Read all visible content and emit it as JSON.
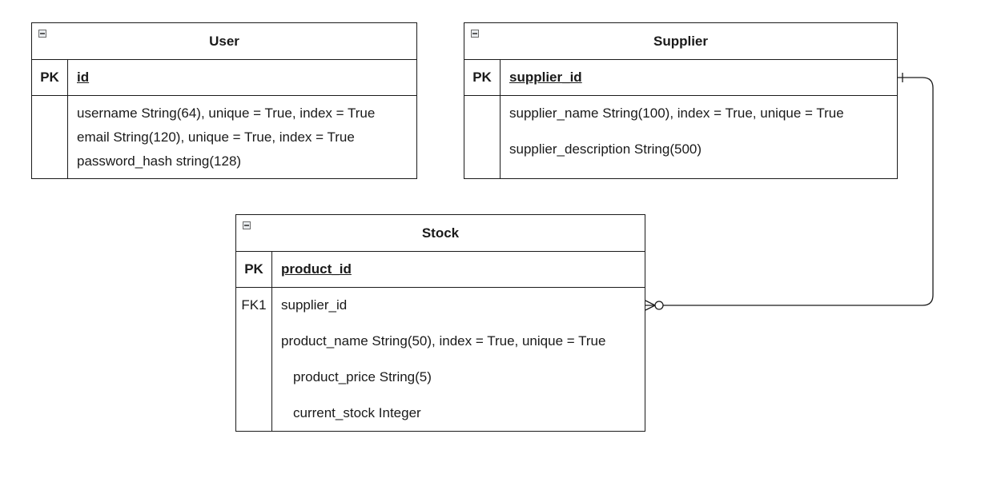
{
  "entities": {
    "user": {
      "title": "User",
      "pk_label": "PK",
      "pk_field": "id",
      "attributes": [
        "username String(64), unique = True, index = True",
        "email String(120), unique = True, index = True",
        "password_hash string(128)"
      ]
    },
    "supplier": {
      "title": "Supplier",
      "pk_label": "PK",
      "pk_field": "supplier_id",
      "attributes": [
        "supplier_name String(100), index = True, unique = True",
        "supplier_description String(500)"
      ]
    },
    "stock": {
      "title": "Stock",
      "pk_label": "PK",
      "pk_field": "product_id",
      "fk_label": "FK1",
      "attributes": [
        "supplier_id",
        "product_name String(50), index = True, unique = True",
        "product_price String(5)",
        "current_stock Integer"
      ]
    }
  },
  "relationship": {
    "from": "Supplier",
    "to": "Stock",
    "from_end": "one",
    "to_end": "zero-or-many"
  },
  "icons": {
    "collapse": "collapse-minus-icon"
  },
  "colors": {
    "line": "#1a1a1a",
    "background": "#ffffff"
  }
}
